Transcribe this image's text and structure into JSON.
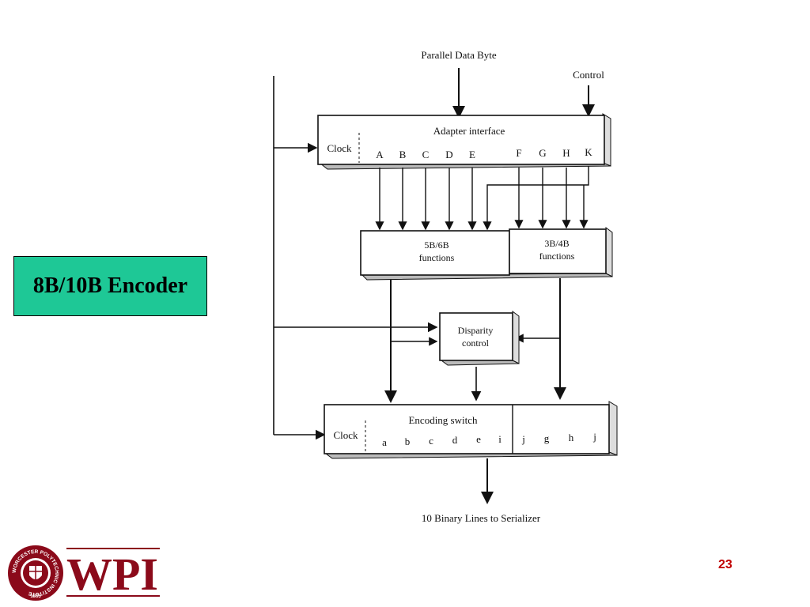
{
  "slide": {
    "title": "8B/10B Encoder",
    "page_number": "23",
    "colors": {
      "title_box_bg": "#1ec896",
      "page_number": "#c00000",
      "logo_maroon": "#8b0a1a"
    }
  },
  "diagram": {
    "input_label": "Parallel Data Byte",
    "control_label": "Control",
    "adapter": {
      "label": "Adapter interface",
      "clock": "Clock",
      "pins": [
        "A",
        "B",
        "C",
        "D",
        "E",
        "F",
        "G",
        "H",
        "K"
      ]
    },
    "block_5b6b": {
      "line1": "5B/6B",
      "line2": "functions"
    },
    "block_3b4b": {
      "line1": "3B/4B",
      "line2": "functions"
    },
    "disparity": {
      "line1": "Disparity",
      "line2": "control"
    },
    "encoder": {
      "label": "Encoding switch",
      "clock": "Clock",
      "outputs": [
        "a",
        "b",
        "c",
        "d",
        "e",
        "i",
        "j",
        "g",
        "h",
        "j"
      ]
    },
    "output_label": "10 Binary Lines to Serializer"
  },
  "logo": {
    "wordmark": "WPI",
    "seal_text": "WORCESTER POLYTECHNIC INSTITUTE",
    "seal_year": "1865"
  }
}
